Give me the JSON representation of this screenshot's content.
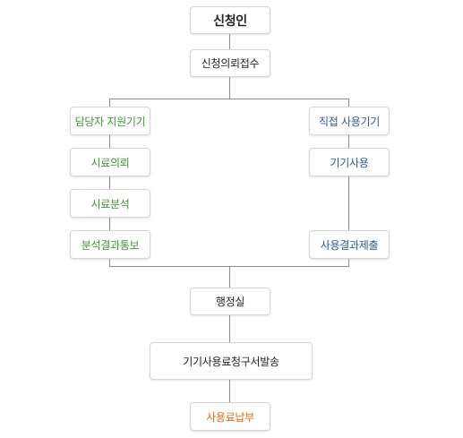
{
  "colors": {
    "line": "#8c8c8c",
    "box_border": "#d6d6d6",
    "text_dark": "#222222",
    "text_green": "#3c9a2f",
    "text_blue": "#2a5b93",
    "text_orange": "#e86a0f"
  },
  "flow": {
    "top": {
      "applicant": "신청인",
      "request": "신청의뢰접수"
    },
    "left_branch": {
      "step1": "담당자 지원기기",
      "step2": "시료의뢰",
      "step3": "시료분석",
      "step4": "분석결과통보"
    },
    "right_branch": {
      "step1": "직접 사용기기",
      "step2": "기기사용",
      "step3": "사용결과제출"
    },
    "bottom": {
      "office": "행정실",
      "invoice": "기기사용료청구서발송",
      "payment": "사용료납부"
    }
  }
}
